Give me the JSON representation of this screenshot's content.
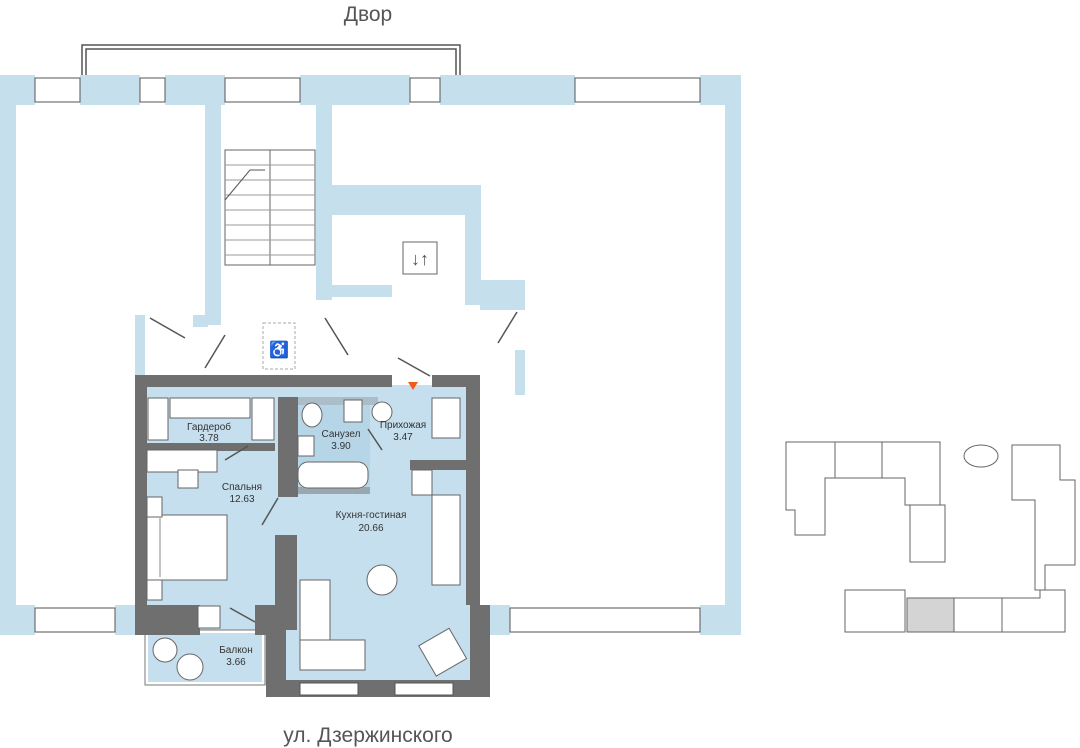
{
  "labels": {
    "top_side": "Двор",
    "bottom_side": "ул. Дзержинского"
  },
  "rooms": [
    {
      "name": "Гардероб",
      "area": "3.78"
    },
    {
      "name": "Санузел",
      "area": "3.90"
    },
    {
      "name": "Прихожая",
      "area": "3.47"
    },
    {
      "name": "Спальня",
      "area": "12.63"
    },
    {
      "name": "Кухня-гостиная",
      "area": "20.66"
    },
    {
      "name": "Балкон",
      "area": "3.66"
    }
  ],
  "colors": {
    "building_walls": "#c5dfec",
    "apartment_walls": "#6f6f6f",
    "floor": "#c5dfee",
    "entrance_marker": "#f05a1a",
    "highlight_unit": "#d4d4d4"
  }
}
